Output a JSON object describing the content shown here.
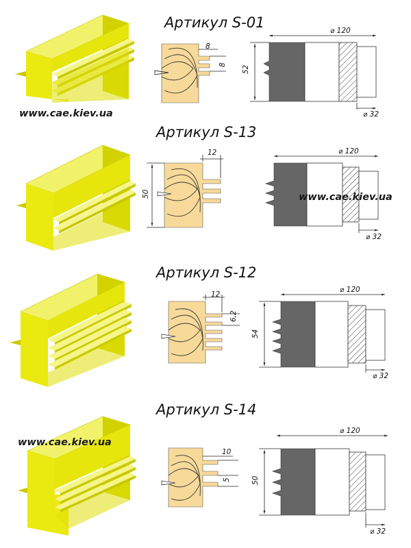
{
  "colors": {
    "yellow_top": "#f2f26a",
    "yellow_front": "#eaea10",
    "yellow_side": "#d2d200",
    "wood": "#f7d99a",
    "steel_dark": "#666666",
    "hatch": "#333333"
  },
  "watermark": "www.cae.kiev.ua",
  "sections": [
    {
      "title": "Артикул S-01",
      "dim_diameter": "⌀ 120",
      "dim_bore": "⌀ 32",
      "dim_height": "52",
      "dim_tongue_width": "8",
      "dim_tongue_pitch": "8"
    },
    {
      "title": "Артикул S-13",
      "dim_diameter": "⌀ 120",
      "dim_bore": "⌀ 32",
      "dim_height": "50",
      "dim_tongue_width": "12"
    },
    {
      "title": "Артикул S-12",
      "dim_diameter": "⌀ 120",
      "dim_bore": "⌀ 32",
      "dim_height": "54",
      "dim_tongue_width": "12",
      "dim_tongue_pitch": "6,2"
    },
    {
      "title": "Артикул S-14",
      "dim_diameter": "⌀ 120",
      "dim_bore": "⌀ 32",
      "dim_height": "50",
      "dim_tongue_width": "10",
      "dim_tongue_pitch": "5"
    }
  ]
}
